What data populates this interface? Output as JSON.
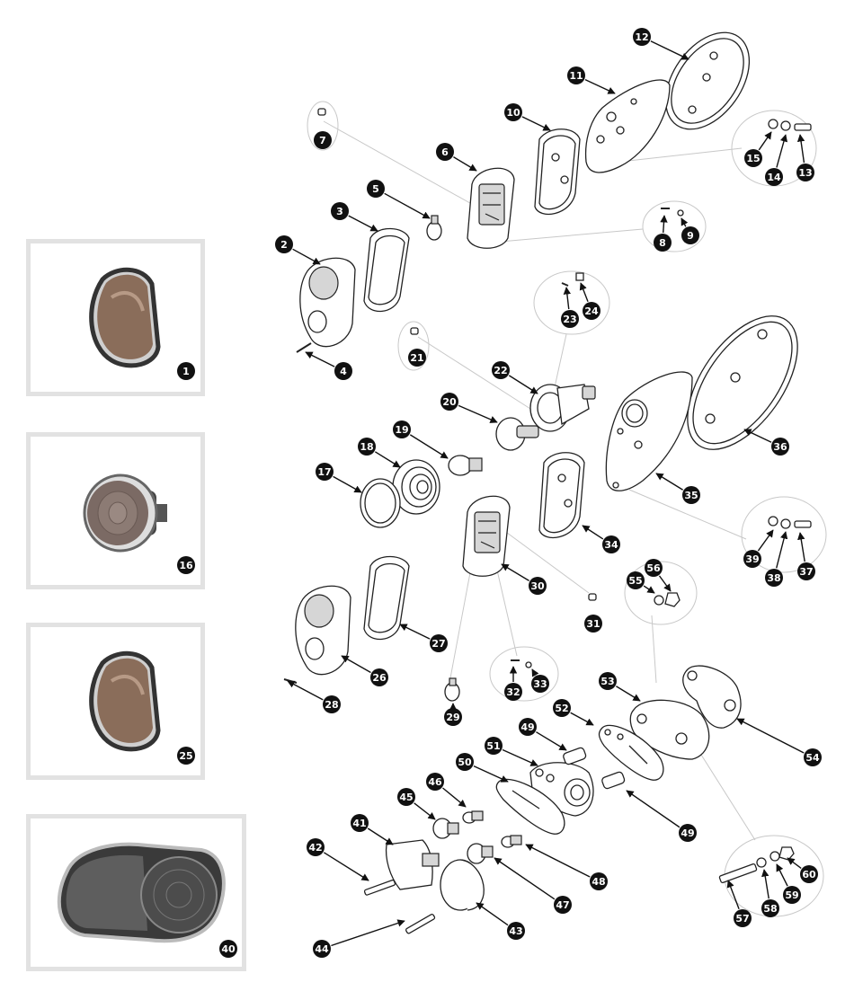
{
  "diagram": {
    "callouts": [
      "1",
      "2",
      "3",
      "4",
      "5",
      "6",
      "7",
      "8",
      "9",
      "10",
      "11",
      "12",
      "13",
      "14",
      "15",
      "16",
      "17",
      "18",
      "19",
      "20",
      "21",
      "22",
      "23",
      "24",
      "25",
      "26",
      "27",
      "28",
      "29",
      "30",
      "31",
      "32",
      "33",
      "34",
      "35",
      "36",
      "37",
      "38",
      "39",
      "40",
      "41",
      "42",
      "43",
      "44",
      "45",
      "46",
      "47",
      "48",
      "49",
      "49",
      "50",
      "51",
      "52",
      "53",
      "54",
      "55",
      "56",
      "57",
      "58",
      "59",
      "60"
    ],
    "thumbnails": [
      {
        "label": "1",
        "icon": "amber-side-lamp-photo"
      },
      {
        "label": "16",
        "icon": "round-domed-lamp-photo"
      },
      {
        "label": "25",
        "icon": "amber-side-lamp-photo"
      },
      {
        "label": "40",
        "icon": "oval-rear-lamp-photo"
      }
    ],
    "colors": {
      "callout": "#111111",
      "thumb_border": "#e2e2e2",
      "line": "#222222"
    }
  }
}
